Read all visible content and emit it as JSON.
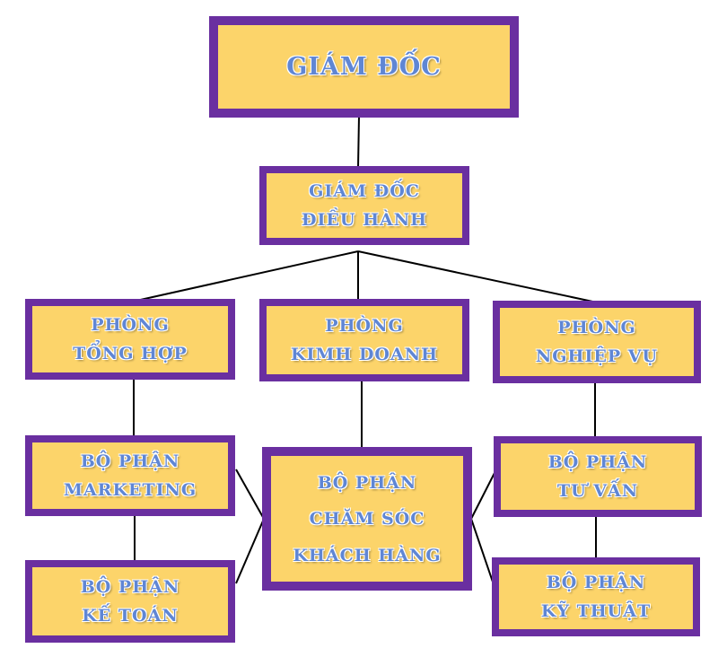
{
  "colors": {
    "box_fill": "#fcd46a",
    "box_border": "#6a2fa0",
    "text": "#5f86d4",
    "line": "#000000"
  },
  "nodes": {
    "giam_doc": {
      "lines": [
        "GIÁM ĐỐC"
      ]
    },
    "giam_doc_dieu_hanh": {
      "lines": [
        "GIÁM ĐỐC",
        "ĐIỀU HÀNH"
      ]
    },
    "phong_tong_hop": {
      "lines": [
        "PHÒNG",
        "TỔNG HỢP"
      ]
    },
    "phong_kinh_doanh": {
      "lines": [
        "PHÒNG",
        "KIMH DOANH"
      ]
    },
    "phong_nghiep_vu": {
      "lines": [
        "PHÒNG",
        "NGHIỆP VỤ"
      ]
    },
    "bo_phan_marketing": {
      "lines": [
        "BỘ PHẬN",
        "MARKETING"
      ]
    },
    "bo_phan_ke_toan": {
      "lines": [
        "BỘ PHẬN",
        "KẾ TOÁN"
      ]
    },
    "bo_phan_cham_soc": {
      "lines": [
        "BỘ PHẬN",
        "CHĂM SÓC",
        "KHÁCH HÀNG"
      ]
    },
    "bo_phan_tu_van": {
      "lines": [
        "BỘ PHẬN",
        "TƯ VẤN"
      ]
    },
    "bo_phan_ky_thuat": {
      "lines": [
        "BỘ PHẬN",
        "KỸ THUẬT"
      ]
    }
  }
}
